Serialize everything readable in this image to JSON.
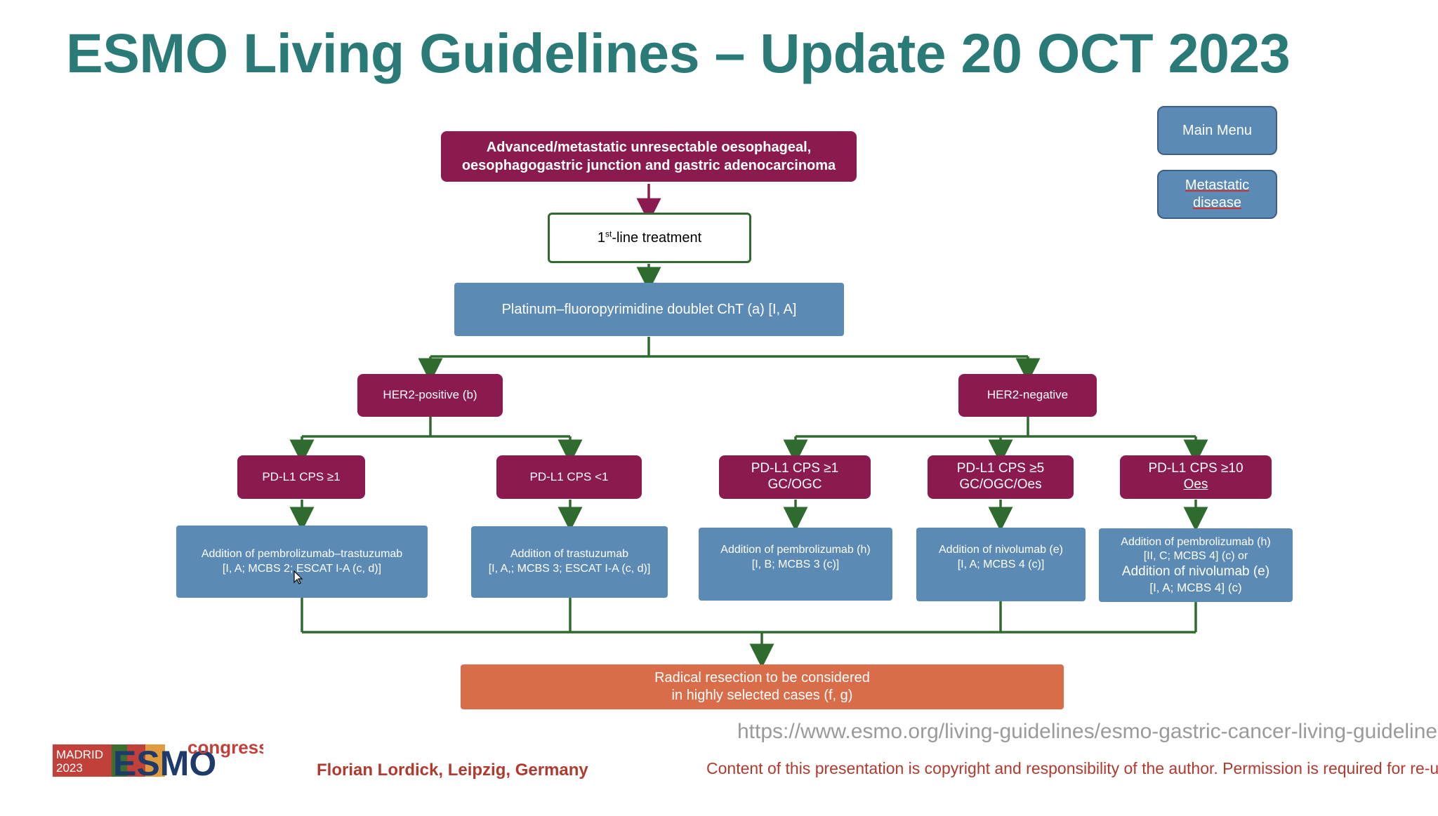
{
  "slide": {
    "title": "ESMO Living Guidelines – Update 20 OCT 2023",
    "url": "https://www.esmo.org/living-guidelines/esmo-gastric-cancer-living-guideline",
    "author": "Florian Lordick, Leipzig, Germany",
    "copyright": "Content of this presentation is copyright and responsibility of the author. Permission is required for re-use."
  },
  "nav": {
    "main_menu": "Main Menu",
    "metastatic_line1": "Metastatic",
    "metastatic_line2": "disease"
  },
  "flow": {
    "top_line1": "Advanced/metastatic unresectable oesophageal,",
    "top_line2": "oesophagogastric junction and gastric adenocarcinoma",
    "first_line_pre": "1",
    "first_line_sup": "st",
    "first_line_post": "-line treatment",
    "platinum": "Platinum–fluoropyrimidine doublet ChT (a) [I, A]",
    "her2_pos": "HER2-positive (b)",
    "her2_neg": "HER2-negative",
    "pdl1_pos_ge1": "PD-L1 CPS ≥1",
    "pdl1_pos_lt1": "PD-L1 CPS <1",
    "pdl1_neg_ge1_l1": "PD-L1 CPS ≥1",
    "pdl1_neg_ge1_l2": "GC/OGC",
    "pdl1_neg_ge5_l1": "PD-L1 CPS ≥5",
    "pdl1_neg_ge5_l2": "GC/OGC/Oes",
    "pdl1_neg_ge10_l1": "PD-L1 CPS ≥10",
    "pdl1_neg_ge10_l2": "Oes",
    "t1_l1": "Addition of pembrolizumab–trastuzumab",
    "t1_l2": "[I, A; MCBS 2; ESCAT I-A (c, d)]",
    "t2_l1": "Addition of trastuzumab",
    "t2_l2": "[I, A,; MCBS 3; ESCAT I-A (c, d)]",
    "t3_l1": "Addition of pembrolizumab (h)",
    "t3_l2": "[I, B; MCBS 3 (c)]",
    "t4_l1": "Addition of nivolumab (e)",
    "t4_l2": "[I, A; MCBS 4 (c)]",
    "t5_l1": "Addition of pembrolizumab (h)",
    "t5_l2": "[II, C; MCBS 4] (c) or",
    "t5_l3": "Addition of nivolumab (e)",
    "t5_l4": "[I, A; MCBS 4] (c)",
    "resection_l1": "Radical resection to be considered",
    "resection_l2": "in highly selected cases (f, g)"
  },
  "logo": {
    "city": "MADRID",
    "year": "2023",
    "brand": "ESMO",
    "suffix": "congress"
  },
  "colors": {
    "title": "#2a7a78",
    "maroon": "#8b1a4f",
    "blue": "#5b8ab5",
    "orange": "#d96d4a",
    "connector": "#2f6b2f"
  }
}
